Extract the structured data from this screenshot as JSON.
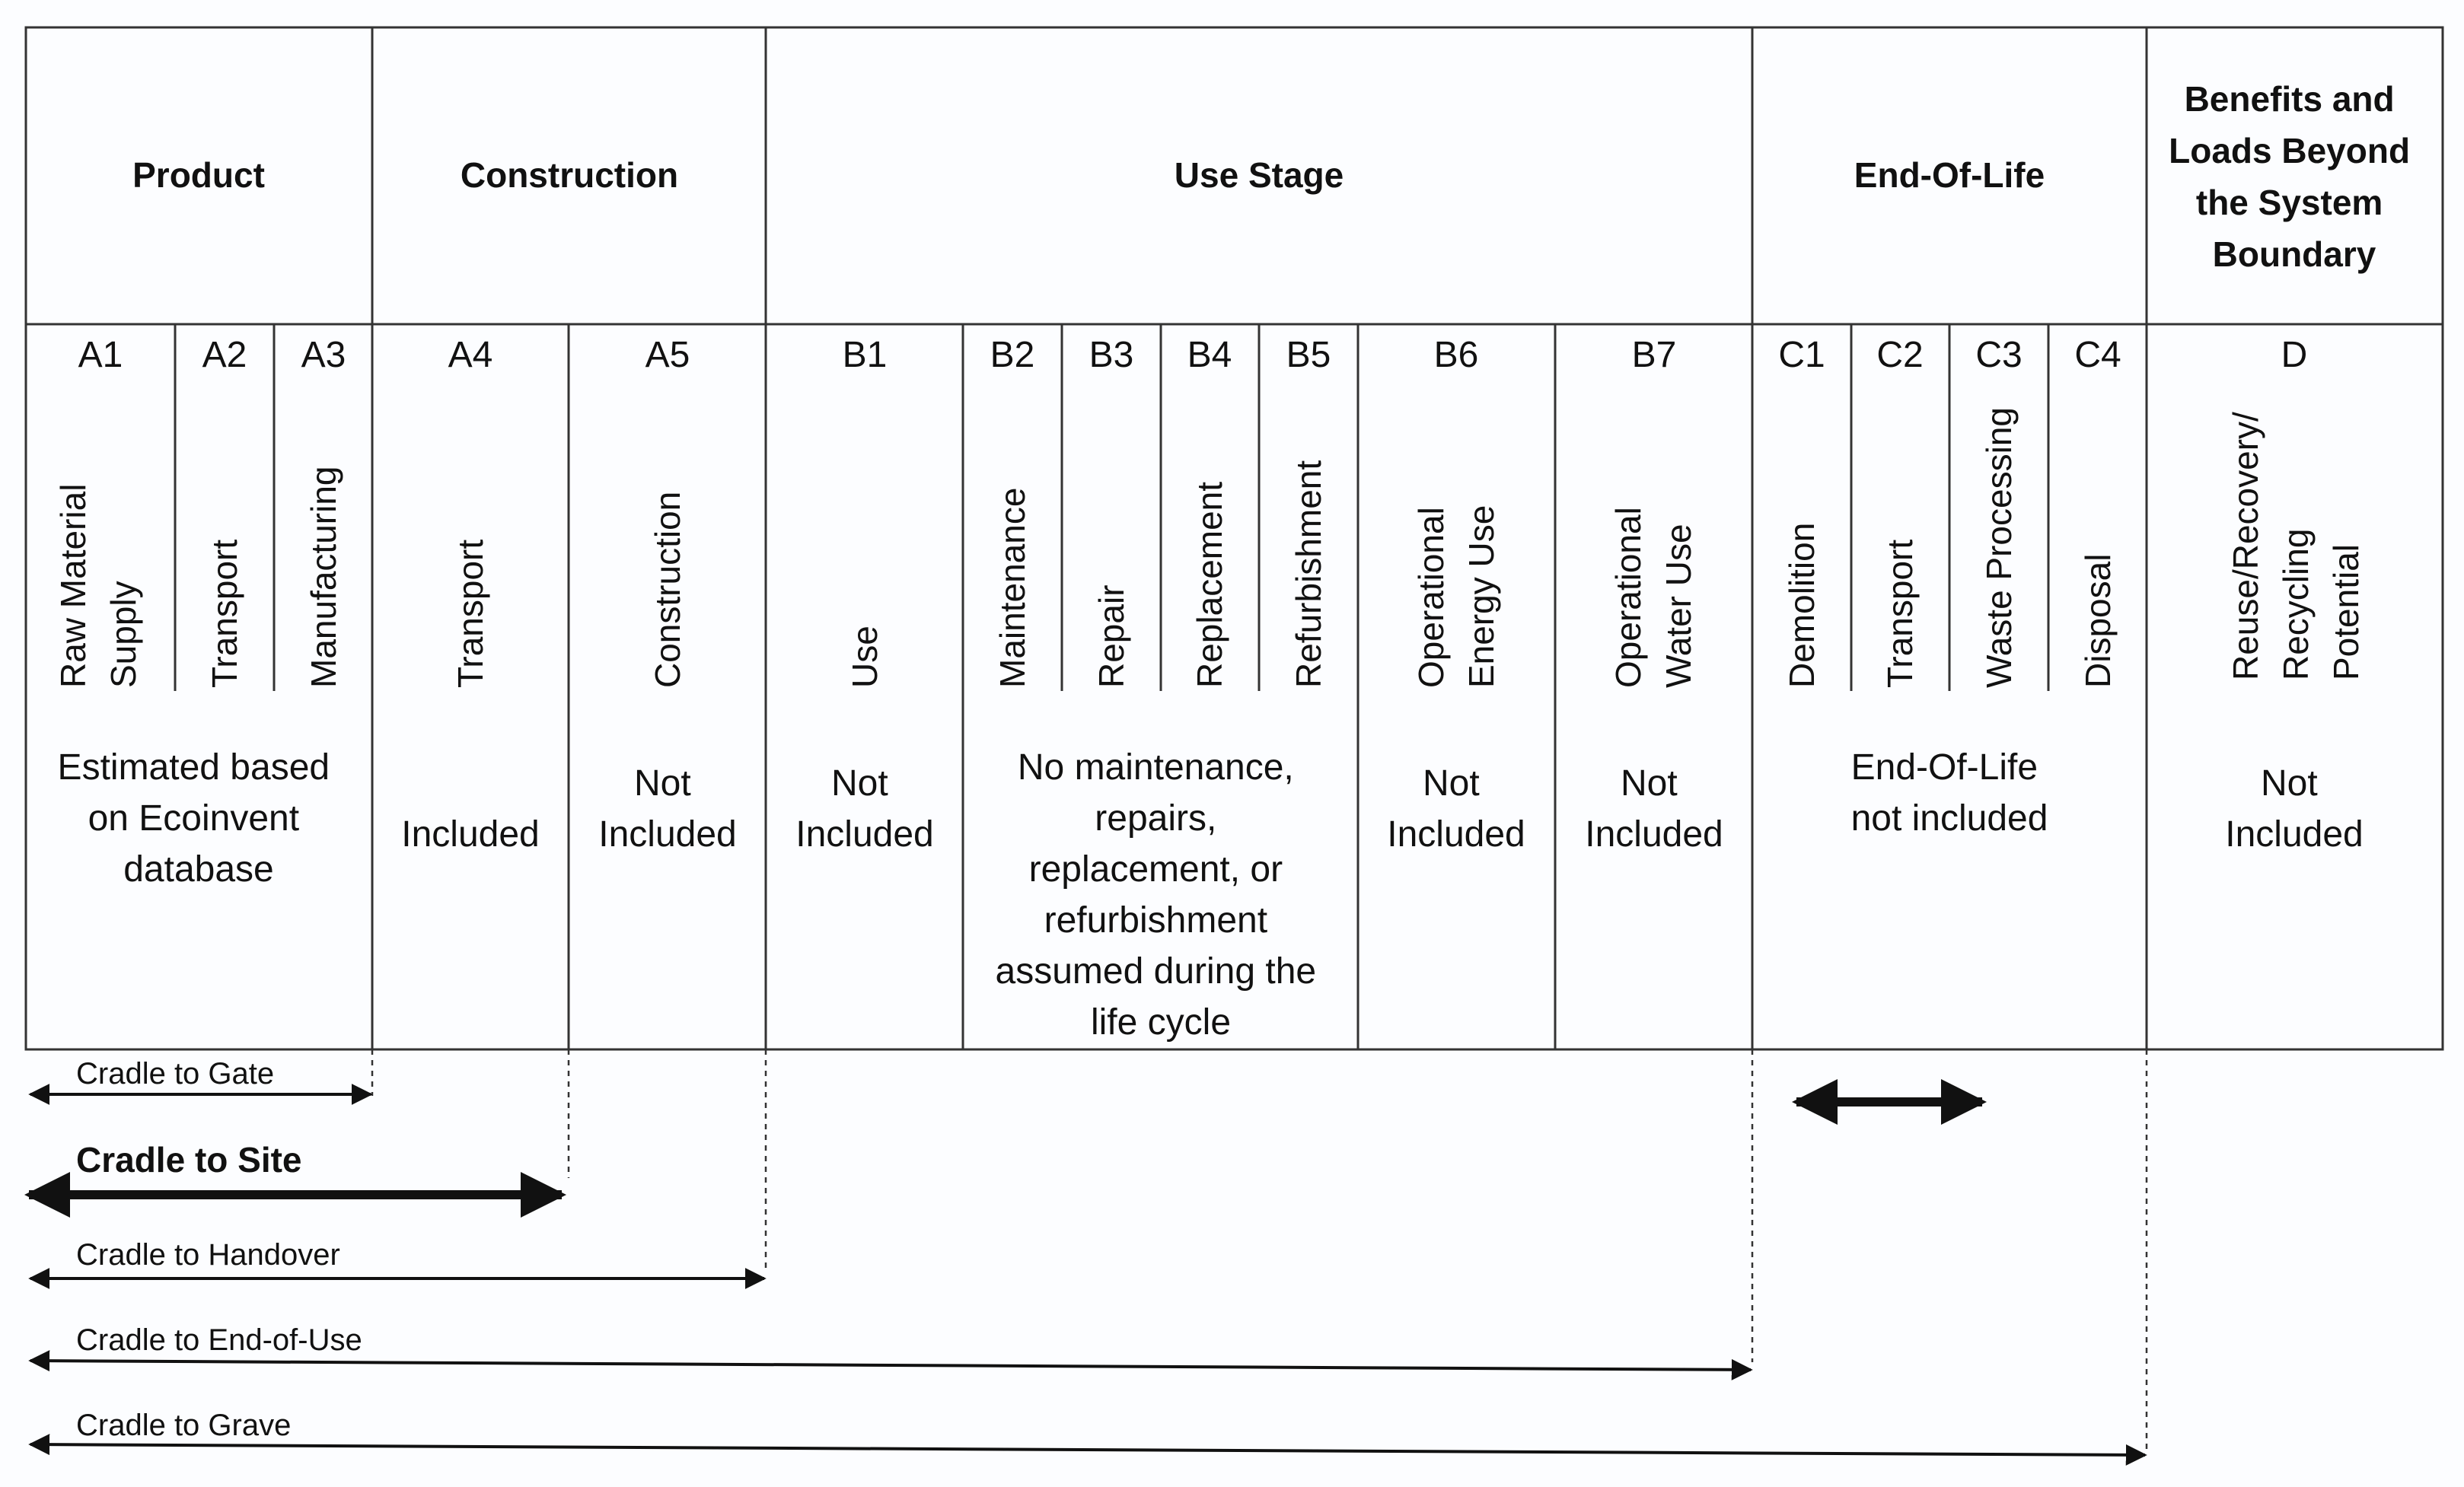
{
  "stages": [
    {
      "id": "product",
      "lines": [
        "Product"
      ]
    },
    {
      "id": "construction",
      "lines": [
        "Construction"
      ]
    },
    {
      "id": "use-stage",
      "lines": [
        "Use Stage"
      ]
    },
    {
      "id": "end-of-life",
      "lines": [
        "End-Of-Life"
      ]
    },
    {
      "id": "beyond",
      "lines": [
        "Benefits and",
        "Loads Beyond",
        "the System",
        "Boundary"
      ]
    }
  ],
  "modules": [
    {
      "code": "A1",
      "label": [
        "Raw Material",
        "Supply"
      ]
    },
    {
      "code": "A2",
      "label": [
        "Transport"
      ]
    },
    {
      "code": "A3",
      "label": [
        "Manufacturing"
      ]
    },
    {
      "code": "A4",
      "label": [
        "Transport"
      ]
    },
    {
      "code": "A5",
      "label": [
        "Construction"
      ]
    },
    {
      "code": "B1",
      "label": [
        "Use"
      ]
    },
    {
      "code": "B2",
      "label": [
        "Maintenance"
      ]
    },
    {
      "code": "B3",
      "label": [
        "Repair"
      ]
    },
    {
      "code": "B4",
      "label": [
        "Replacement"
      ]
    },
    {
      "code": "B5",
      "label": [
        "Refurbishment"
      ]
    },
    {
      "code": "B6",
      "label": [
        "Operational",
        "Energy Use"
      ]
    },
    {
      "code": "B7",
      "label": [
        "Operational",
        "Water Use"
      ]
    },
    {
      "code": "C1",
      "label": [
        "Demolition"
      ]
    },
    {
      "code": "C2",
      "label": [
        "Transport"
      ]
    },
    {
      "code": "C3",
      "label": [
        "Waste Processing"
      ]
    },
    {
      "code": "C4",
      "label": [
        "Disposal"
      ]
    },
    {
      "code": "D",
      "label": [
        "Reuse/Recovery/",
        "Recycling",
        "Potential"
      ]
    }
  ],
  "notes": [
    {
      "id": "product-note",
      "lines": [
        "Estimated based",
        "on Ecoinvent",
        "database"
      ]
    },
    {
      "id": "a4-note",
      "lines": [
        "Included"
      ]
    },
    {
      "id": "a5-note",
      "lines": [
        "Not",
        "Included"
      ]
    },
    {
      "id": "b1-note",
      "lines": [
        "Not",
        "Included"
      ]
    },
    {
      "id": "b2-b5-note",
      "lines": [
        "No maintenance,",
        "repairs,",
        "replacement, or",
        "refurbishment",
        "assumed during the",
        "life cycle"
      ]
    },
    {
      "id": "b6-note",
      "lines": [
        "Not",
        "Included"
      ]
    },
    {
      "id": "b7-note",
      "lines": [
        "Not",
        "Included"
      ]
    },
    {
      "id": "eol-note",
      "lines": [
        "End-Of-Life",
        "not included"
      ]
    },
    {
      "id": "d-note",
      "lines": [
        "Not",
        "Included"
      ]
    }
  ],
  "scopes": [
    {
      "id": "cradle-to-gate",
      "label": "Cradle to Gate",
      "bold": false
    },
    {
      "id": "cradle-to-site",
      "label": "Cradle to Site",
      "bold": true
    },
    {
      "id": "cradle-to-handover",
      "label": "Cradle to Handover",
      "bold": false
    },
    {
      "id": "cradle-to-end-of-use",
      "label": "Cradle to End-of-Use",
      "bold": false
    },
    {
      "id": "cradle-to-grave",
      "label": "Cradle to Grave",
      "bold": false
    }
  ]
}
